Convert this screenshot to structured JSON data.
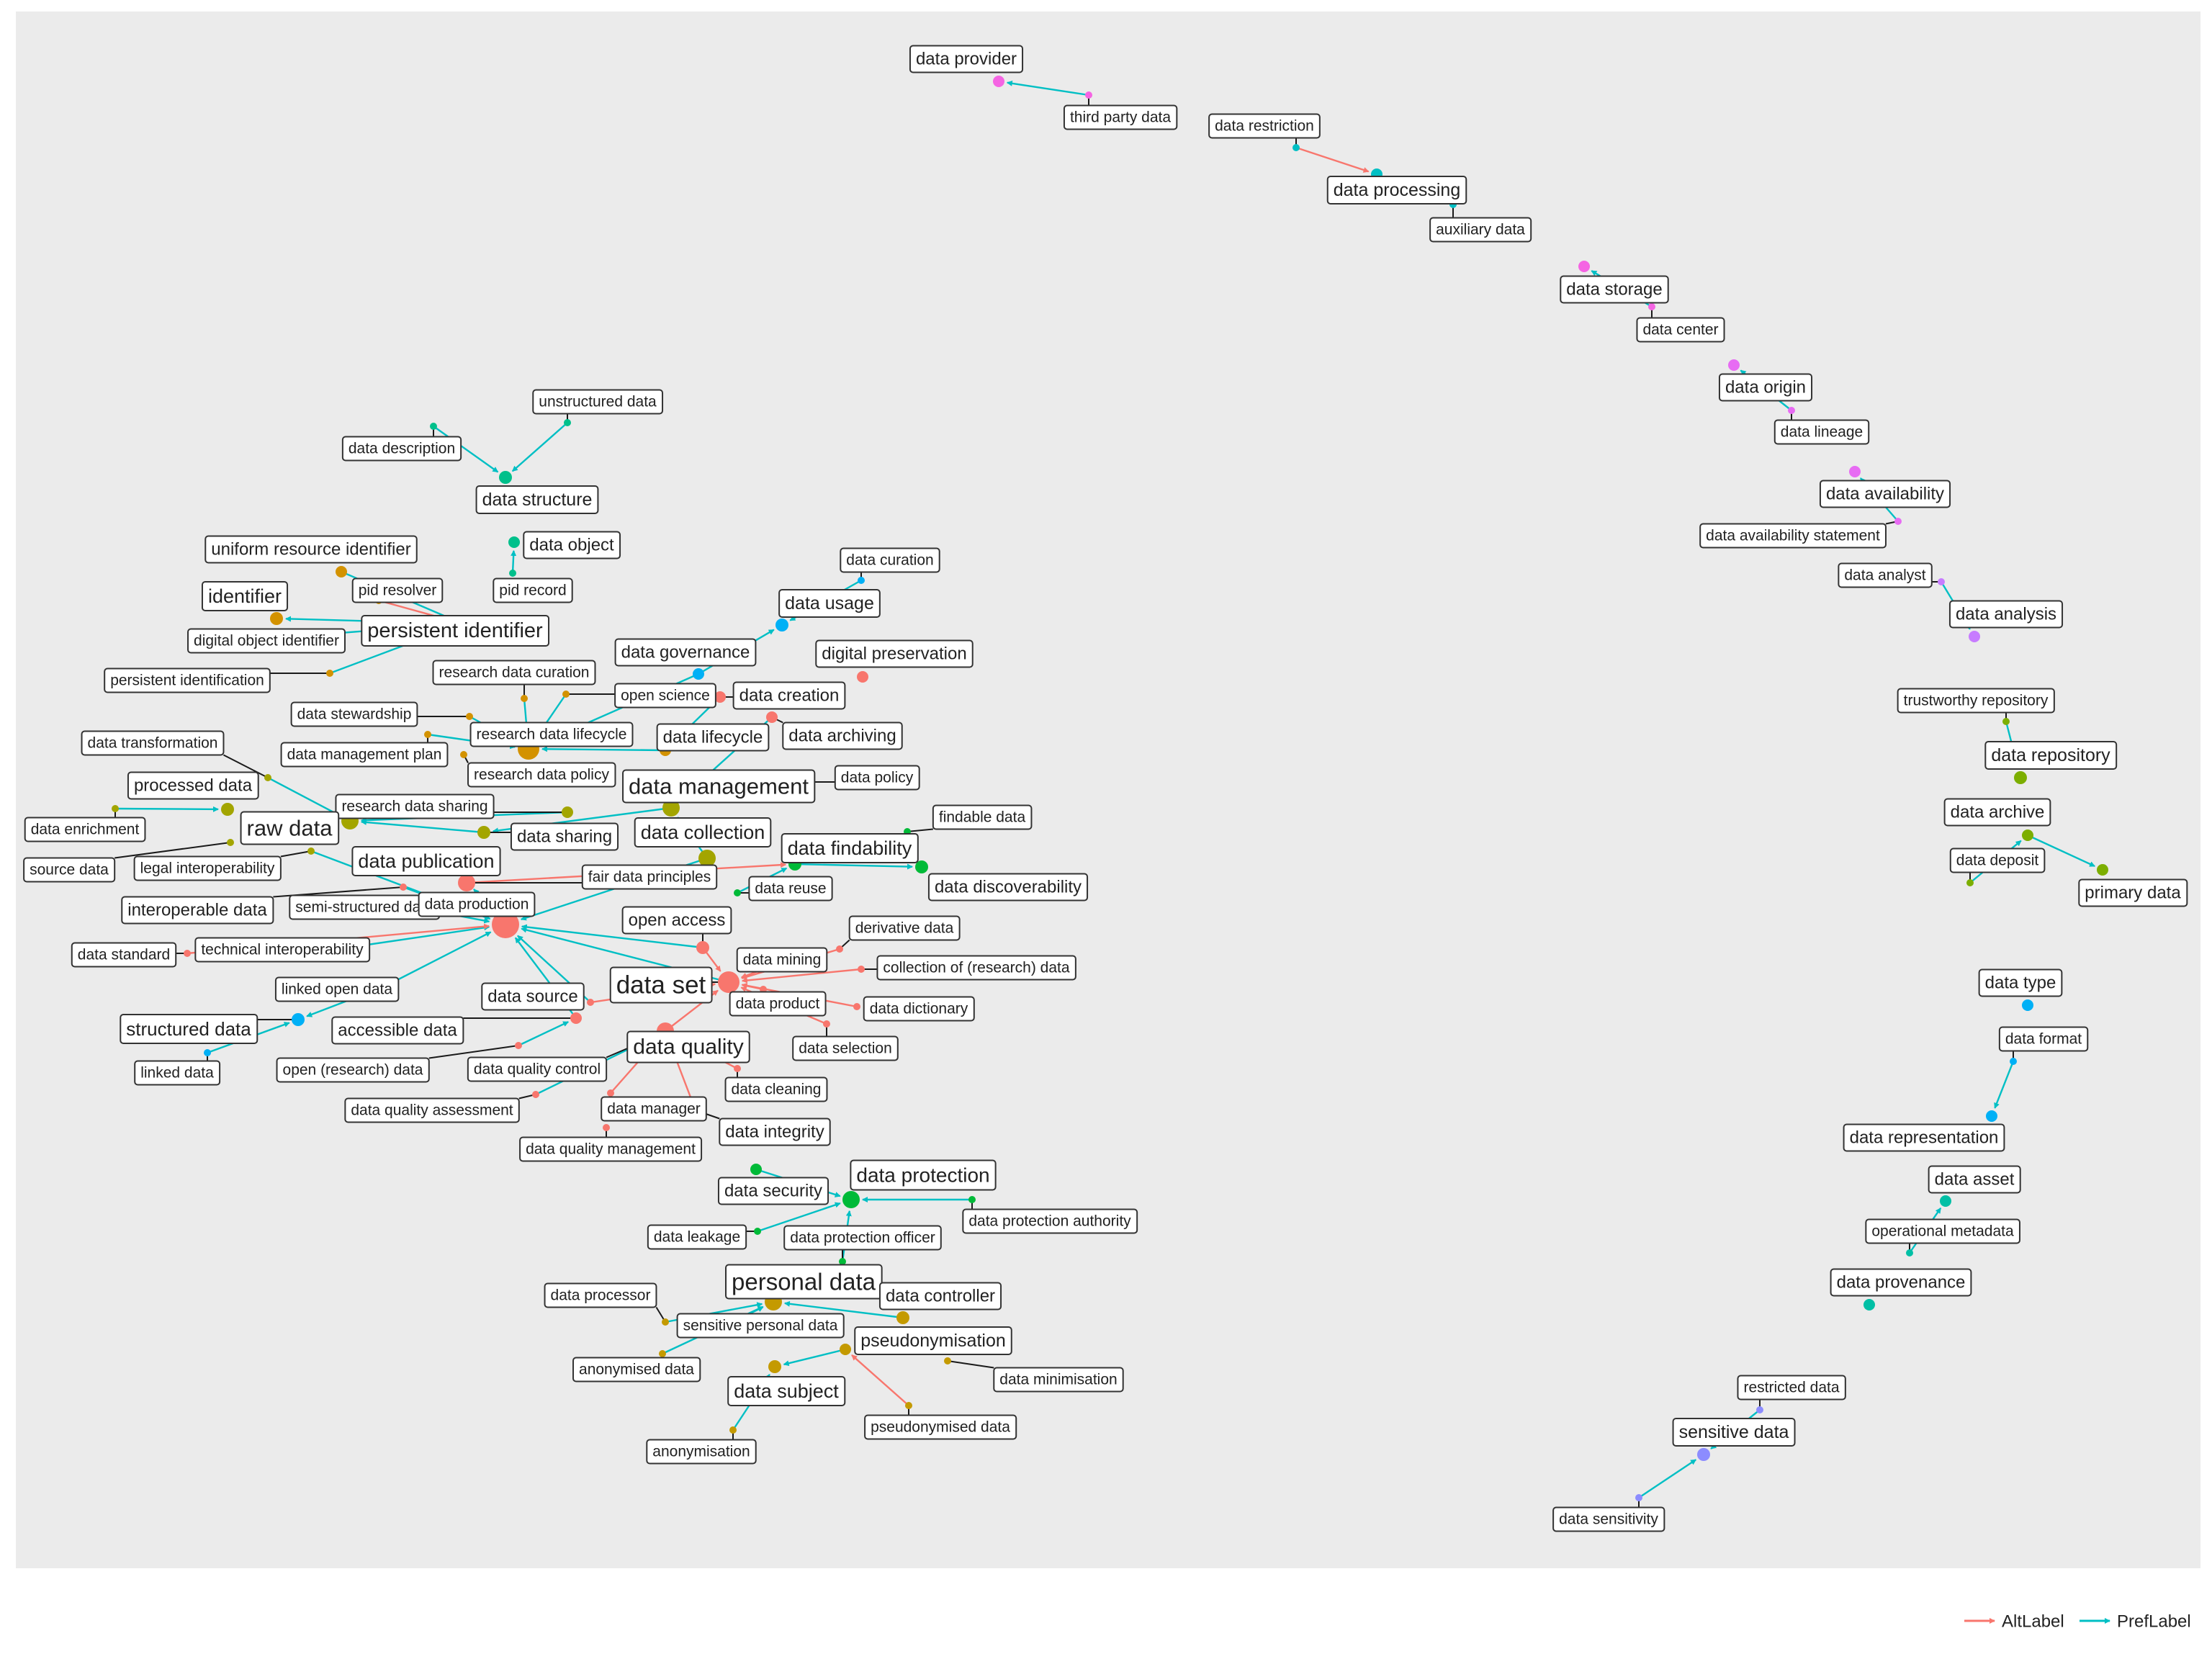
{
  "legend": {
    "items": [
      {
        "label": "AltLabel",
        "color": "#f8766d"
      },
      {
        "label": "PrefLabel",
        "color": "#00bfc4"
      }
    ]
  },
  "colors": {
    "altlabel": "#f8766d",
    "preflabel": "#00bfc4",
    "link": "#1a1a1a",
    "panel": "#ebebeb"
  },
  "nodes": [
    {
      "id": "data provider",
      "color": "#f564e3"
    },
    {
      "id": "third party data",
      "color": "#f564e3"
    },
    {
      "id": "data restriction",
      "color": "#00bfc4"
    },
    {
      "id": "data processing",
      "color": "#00bfc4"
    },
    {
      "id": "auxiliary data",
      "color": "#00bfc4"
    },
    {
      "id": "data storage",
      "color": "#f564e3"
    },
    {
      "id": "data center",
      "color": "#f564e3"
    },
    {
      "id": "data origin",
      "color": "#e76bf3"
    },
    {
      "id": "data lineage",
      "color": "#e76bf3"
    },
    {
      "id": "data availability",
      "color": "#e76bf3"
    },
    {
      "id": "data availability statement",
      "color": "#e76bf3"
    },
    {
      "id": "data analyst",
      "color": "#c77cff"
    },
    {
      "id": "data analysis",
      "color": "#c77cff"
    },
    {
      "id": "trustworthy repository",
      "color": "#7cae00"
    },
    {
      "id": "data repository",
      "color": "#7cae00"
    },
    {
      "id": "data archive",
      "color": "#7cae00"
    },
    {
      "id": "data deposit",
      "color": "#7cae00"
    },
    {
      "id": "primary data",
      "color": "#7cae00"
    },
    {
      "id": "data type",
      "color": "#00b0f6"
    },
    {
      "id": "data format",
      "color": "#00b0f6"
    },
    {
      "id": "data representation",
      "color": "#00b0f6"
    },
    {
      "id": "data asset",
      "color": "#00bfa5"
    },
    {
      "id": "operational metadata",
      "color": "#00bfa5"
    },
    {
      "id": "data provenance",
      "color": "#00bfa5"
    },
    {
      "id": "restricted data",
      "color": "#8c8cff"
    },
    {
      "id": "sensitive data",
      "color": "#8c8cff"
    },
    {
      "id": "data sensitivity",
      "color": "#8c8cff"
    },
    {
      "id": "unstructured data",
      "color": "#00c08b"
    },
    {
      "id": "data description",
      "color": "#00c08b"
    },
    {
      "id": "data structure",
      "color": "#00c08b"
    },
    {
      "id": "data object",
      "color": "#00c08b"
    },
    {
      "id": "pid record",
      "color": "#00c08b"
    },
    {
      "id": "uniform resource identifier",
      "color": "#d39200"
    },
    {
      "id": "pid resolver",
      "color": "#d39200"
    },
    {
      "id": "identifier",
      "color": "#d39200"
    },
    {
      "id": "persistent identifier",
      "color": "#d39200"
    },
    {
      "id": "digital object identifier",
      "color": "#d39200"
    },
    {
      "id": "persistent identification",
      "color": "#d39200"
    },
    {
      "id": "research data curation",
      "color": "#d39200"
    },
    {
      "id": "data curation",
      "color": "#00b0f6"
    },
    {
      "id": "data usage",
      "color": "#00b0f6"
    },
    {
      "id": "data governance",
      "color": "#00b0f6"
    },
    {
      "id": "digital preservation",
      "color": "#f8766d"
    },
    {
      "id": "open science",
      "color": "#d39200"
    },
    {
      "id": "data creation",
      "color": "#f8766d"
    },
    {
      "id": "data archiving",
      "color": "#f8766d"
    },
    {
      "id": "data stewardship",
      "color": "#d39200"
    },
    {
      "id": "research data lifecycle",
      "color": "#d39200"
    },
    {
      "id": "data lifecycle",
      "color": "#d39200"
    },
    {
      "id": "data transformation",
      "color": "#a3a500"
    },
    {
      "id": "data management plan",
      "color": "#d39200"
    },
    {
      "id": "research data policy",
      "color": "#d39200"
    },
    {
      "id": "data management",
      "color": "#a3a500"
    },
    {
      "id": "data policy",
      "color": "#a3a500"
    },
    {
      "id": "processed data",
      "color": "#a3a500"
    },
    {
      "id": "research data sharing",
      "color": "#a3a500"
    },
    {
      "id": "findable data",
      "color": "#00ba38"
    },
    {
      "id": "data enrichment",
      "color": "#a3a500"
    },
    {
      "id": "raw data",
      "color": "#a3a500"
    },
    {
      "id": "data sharing",
      "color": "#a3a500"
    },
    {
      "id": "data collection",
      "color": "#a3a500"
    },
    {
      "id": "data findability",
      "color": "#00ba38"
    },
    {
      "id": "source data",
      "color": "#a3a500"
    },
    {
      "id": "legal interoperability",
      "color": "#a3a500"
    },
    {
      "id": "data publication",
      "color": "#a3a500"
    },
    {
      "id": "data discoverability",
      "color": "#00ba38"
    },
    {
      "id": "fair data principles",
      "color": "#f8766d"
    },
    {
      "id": "data reuse",
      "color": "#00ba38"
    },
    {
      "id": "interoperable data",
      "color": "#f8766d"
    },
    {
      "id": "semi-structured data",
      "color": "#f8766d"
    },
    {
      "id": "data production",
      "color": "#f8766d"
    },
    {
      "id": "open access",
      "color": "#f8766d"
    },
    {
      "id": "derivative data",
      "color": "#f8766d"
    },
    {
      "id": "data standard",
      "color": "#f8766d"
    },
    {
      "id": "technical interoperability",
      "color": "#f8766d"
    },
    {
      "id": "data mining",
      "color": "#f8766d"
    },
    {
      "id": "collection of (research) data",
      "color": "#f8766d"
    },
    {
      "id": "linked open data",
      "color": "#f8766d"
    },
    {
      "id": "data set",
      "color": "#f8766d"
    },
    {
      "id": "data source",
      "color": "#f8766d"
    },
    {
      "id": "data product",
      "color": "#f8766d"
    },
    {
      "id": "data dictionary",
      "color": "#f8766d"
    },
    {
      "id": "structured data",
      "color": "#00b0f6"
    },
    {
      "id": "accessible data",
      "color": "#f8766d"
    },
    {
      "id": "data quality",
      "color": "#f8766d"
    },
    {
      "id": "data selection",
      "color": "#f8766d"
    },
    {
      "id": "linked data",
      "color": "#00b0f6"
    },
    {
      "id": "open (research) data",
      "color": "#f8766d"
    },
    {
      "id": "data quality control",
      "color": "#f8766d"
    },
    {
      "id": "data cleaning",
      "color": "#f8766d"
    },
    {
      "id": "data quality assessment",
      "color": "#f8766d"
    },
    {
      "id": "data manager",
      "color": "#f8766d"
    },
    {
      "id": "data integrity",
      "color": "#f8766d"
    },
    {
      "id": "data quality management",
      "color": "#f8766d"
    },
    {
      "id": "data protection",
      "color": "#00ba38"
    },
    {
      "id": "data security",
      "color": "#00ba38"
    },
    {
      "id": "data protection authority",
      "color": "#00ba38"
    },
    {
      "id": "data leakage",
      "color": "#00ba38"
    },
    {
      "id": "data protection officer",
      "color": "#00ba38"
    },
    {
      "id": "personal data",
      "color": "#c49a00"
    },
    {
      "id": "data processor",
      "color": "#c49a00"
    },
    {
      "id": "data controller",
      "color": "#c49a00"
    },
    {
      "id": "sensitive personal data",
      "color": "#c49a00"
    },
    {
      "id": "pseudonymisation",
      "color": "#c49a00"
    },
    {
      "id": "anonymised data",
      "color": "#c49a00"
    },
    {
      "id": "data minimisation",
      "color": "#c49a00"
    },
    {
      "id": "data subject",
      "color": "#c49a00"
    },
    {
      "id": "pseudonymised data",
      "color": "#c49a00"
    },
    {
      "id": "anonymisation",
      "color": "#c49a00"
    }
  ]
}
